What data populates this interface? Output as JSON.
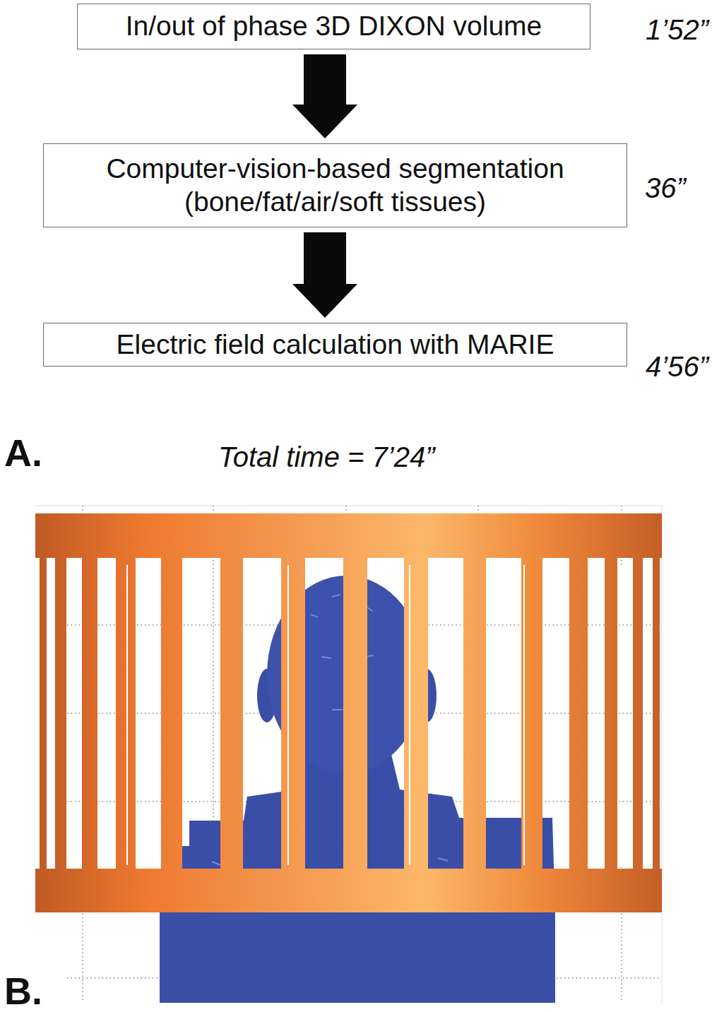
{
  "diagram": {
    "nodes": [
      {
        "text": [
          "In/out of phase 3D DIXON volume"
        ]
      },
      {
        "text": [
          "Computer-vision-based segmentation (bone/fat/air/soft tissues)"
        ]
      },
      {
        "text": [
          "Electric field calculation with MARIE"
        ]
      }
    ],
    "edges": [
      {
        "from": 0,
        "to": 1,
        "arrow": "to"
      },
      {
        "from": 1,
        "to": 2,
        "arrow": "to"
      }
    ],
    "labels": [
      "1’52”",
      "36”",
      "4’56”",
      "A.",
      "Total time = 7’24”",
      "B."
    ]
  }
}
